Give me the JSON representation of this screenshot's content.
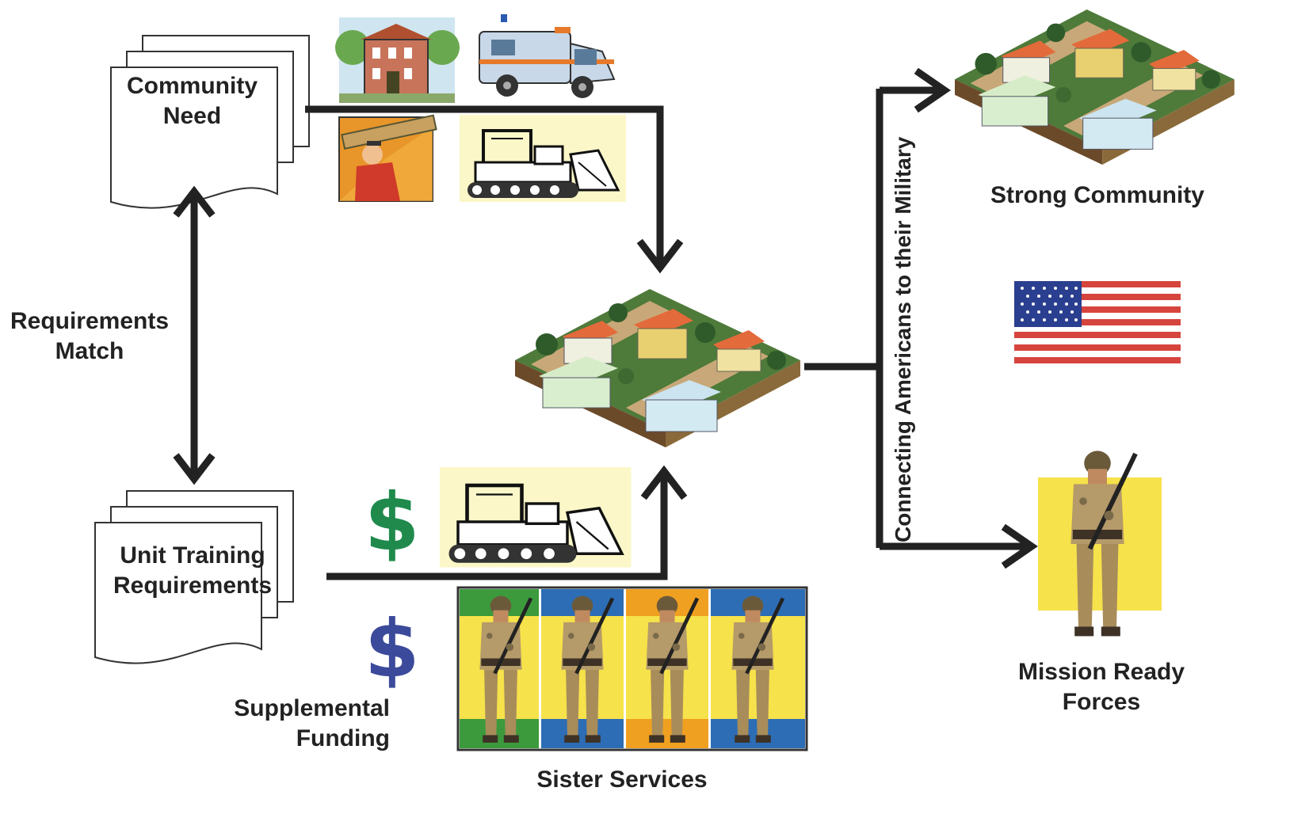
{
  "labels": {
    "community_need": [
      "Community",
      "Need"
    ],
    "unit_training": [
      "Unit Training",
      "Requirements"
    ],
    "requirements_match": [
      "Requirements",
      "Match"
    ],
    "supplemental_funding": [
      "Supplemental",
      "Funding"
    ],
    "sister_services": "Sister Services",
    "strong_community": "Strong Community",
    "mission_ready": [
      "Mission Ready",
      "Forces"
    ],
    "connecting": "Connecting Americans to their Military"
  },
  "dollar_signs": [
    {
      "symbol": "$",
      "color": "#1f8a4c"
    },
    {
      "symbol": "$",
      "color": "#3b4a9a"
    }
  ],
  "colors": {
    "line": "#222222",
    "flag_red": "#d6453d",
    "flag_blue": "#2a3f8f",
    "soldier_bg": "#f6e24a",
    "tile_colors": [
      "#3c9a3c",
      "#2d6db5",
      "#f0a020",
      "#2d6db5"
    ]
  },
  "icons": [
    "document-stack-icon",
    "school-building-icon",
    "ambulance-icon",
    "worker-carrying-lumber-icon",
    "bulldozer-icon",
    "village-icon",
    "us-flag-icon",
    "soldier-icon"
  ]
}
